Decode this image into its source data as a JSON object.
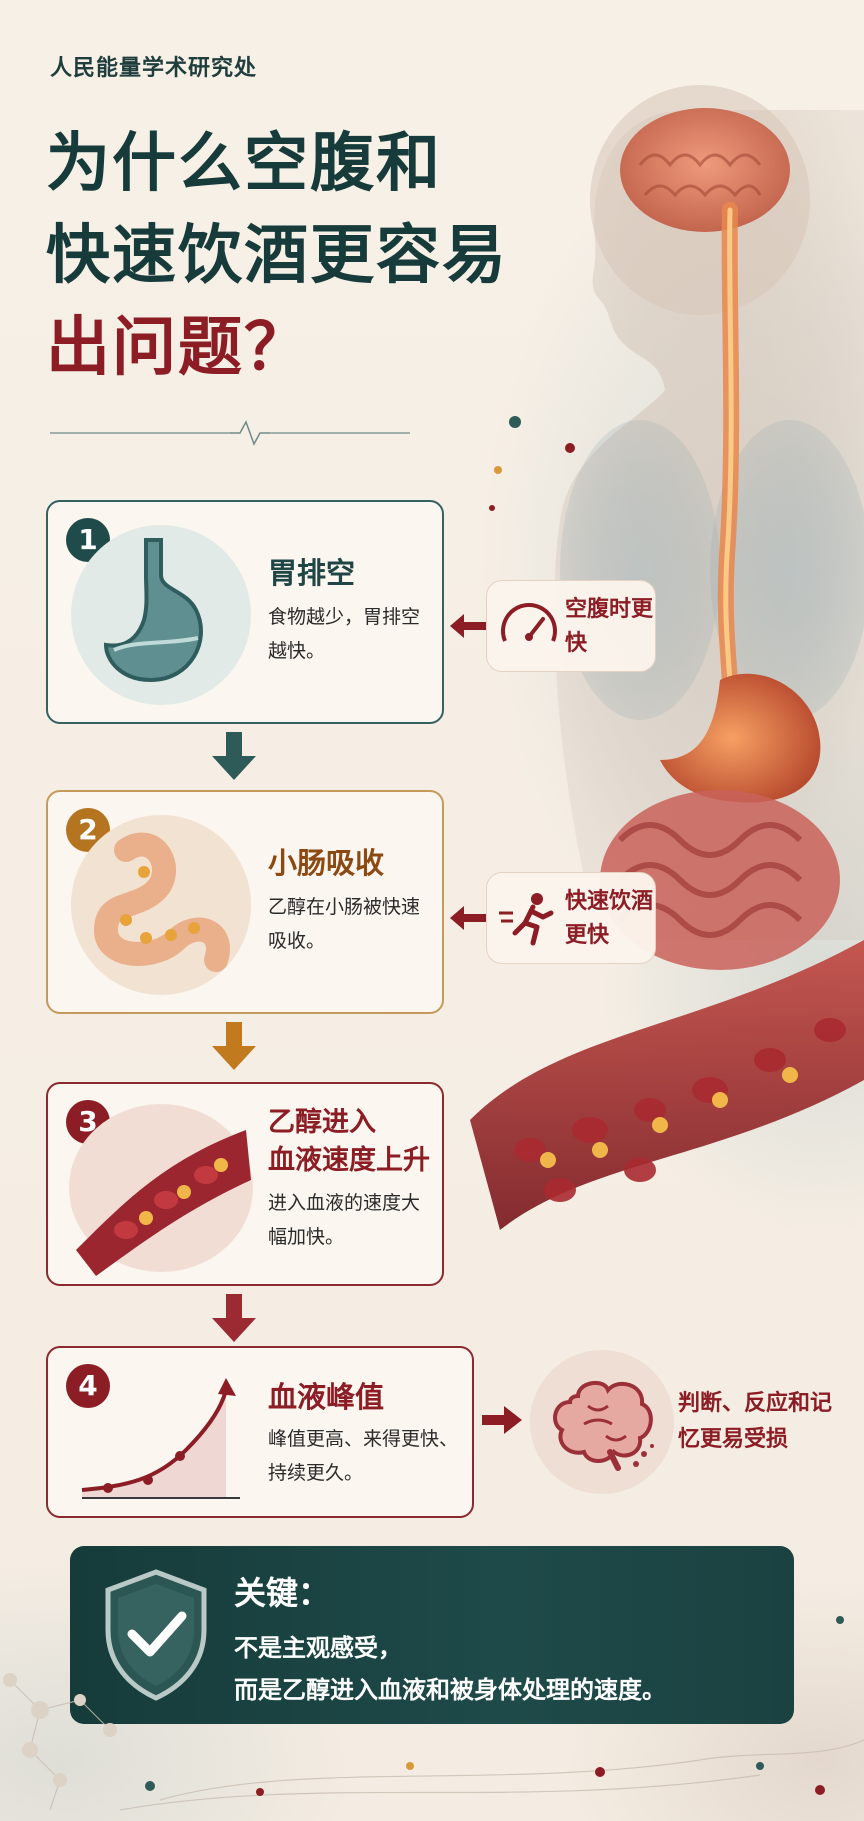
{
  "brand": "人民能量学术研究处",
  "title": {
    "line1": "为什么空腹和",
    "line2": "快速饮酒更容易",
    "line3": "出问题？"
  },
  "steps": [
    {
      "number": "1",
      "title": "胃排空",
      "desc": "食物越少，胃排空越快。",
      "illustration": "stomach-icon"
    },
    {
      "number": "2",
      "title": "小肠吸收",
      "desc": "乙醇在小肠被快速吸收。",
      "illustration": "intestine-icon"
    },
    {
      "number": "3",
      "title_line1": "乙醇进入",
      "title_line2": "血液速度上升",
      "desc": "进入血液的速度大幅加快。",
      "illustration": "blood-vessel-icon"
    },
    {
      "number": "4",
      "title": "血液峰值",
      "desc": "峰值更高、来得更快、持续更久。",
      "illustration": "rising-curve-icon"
    }
  ],
  "side_notes": [
    {
      "text": "空腹时更快",
      "icon": "speedometer-icon"
    },
    {
      "text": "快速饮酒更快",
      "icon": "running-person-icon"
    }
  ],
  "outcome": {
    "text": "判断、反应和记忆更易受损",
    "icon": "brain-icon"
  },
  "key": {
    "title": "关键：",
    "line1": "不是主观感受，",
    "line2": "而是乙醇进入血液和被身体处理的速度。",
    "icon": "shield-check-icon"
  },
  "colors": {
    "teal": "#163b3a",
    "crimson": "#8c1d25",
    "amber": "#b5741f",
    "cream": "#f6efe6"
  }
}
